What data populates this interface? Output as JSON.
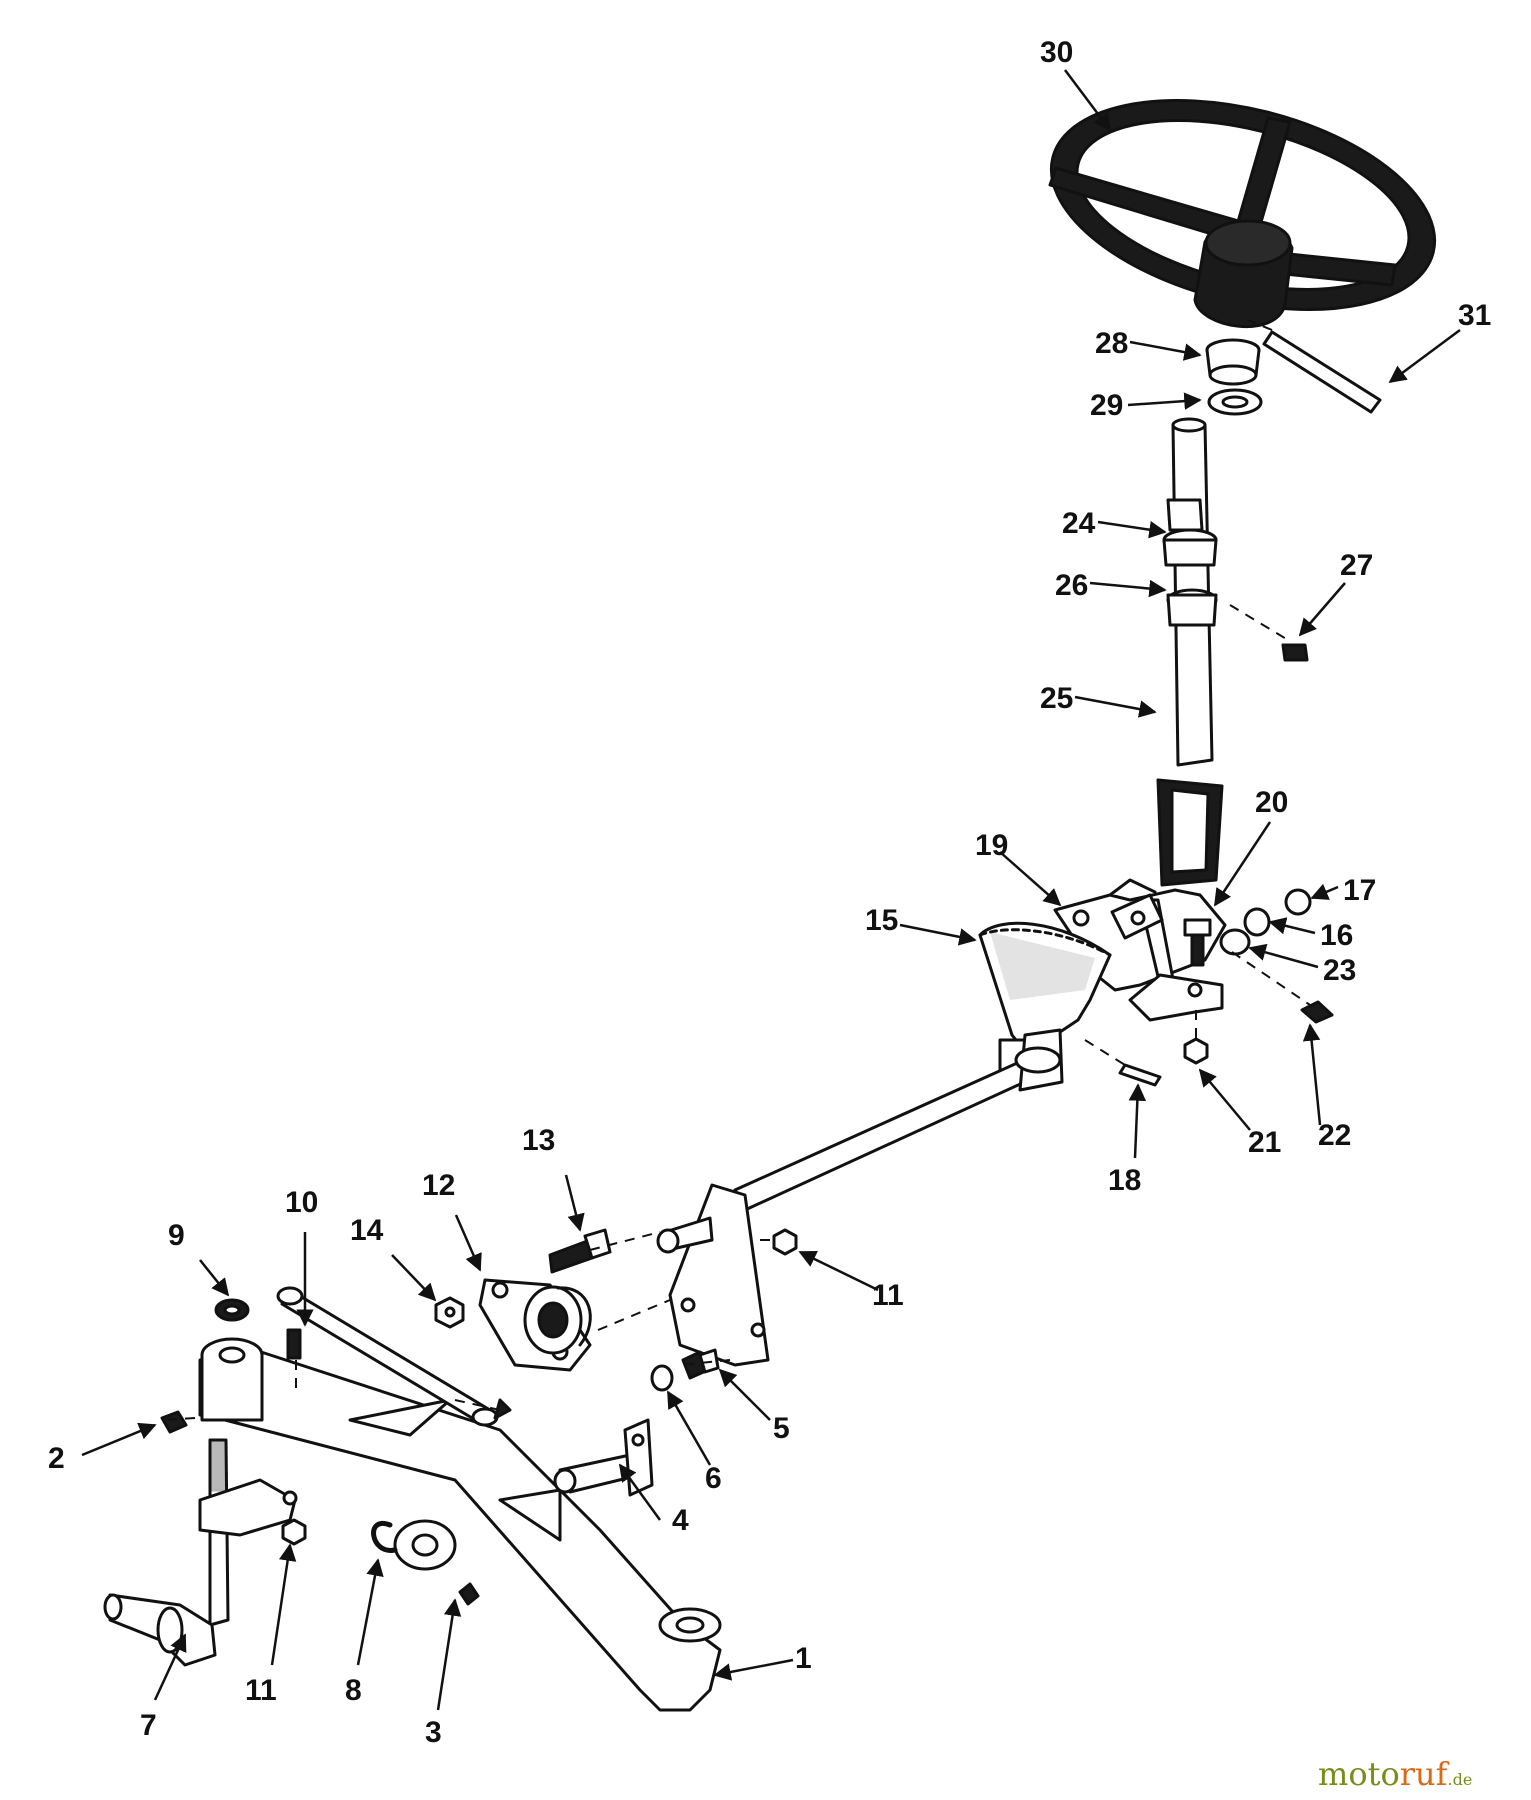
{
  "diagram": {
    "part_numbers": [
      "1",
      "2",
      "3",
      "4",
      "5",
      "6",
      "7",
      "8",
      "9",
      "10",
      "11",
      "12",
      "13",
      "14",
      "15",
      "16",
      "17",
      "18",
      "19",
      "20",
      "21",
      "22",
      "23",
      "24",
      "25",
      "26",
      "27",
      "28",
      "29",
      "30",
      "31"
    ],
    "repeated_label_11": "11"
  },
  "watermark": {
    "part1": "moto",
    "part2": "ruf",
    "suffix": ".de"
  },
  "colors": {
    "line": "#111111",
    "background": "#ffffff",
    "watermark_green": "#7a8c1c",
    "watermark_orange": "#d96a1a"
  }
}
